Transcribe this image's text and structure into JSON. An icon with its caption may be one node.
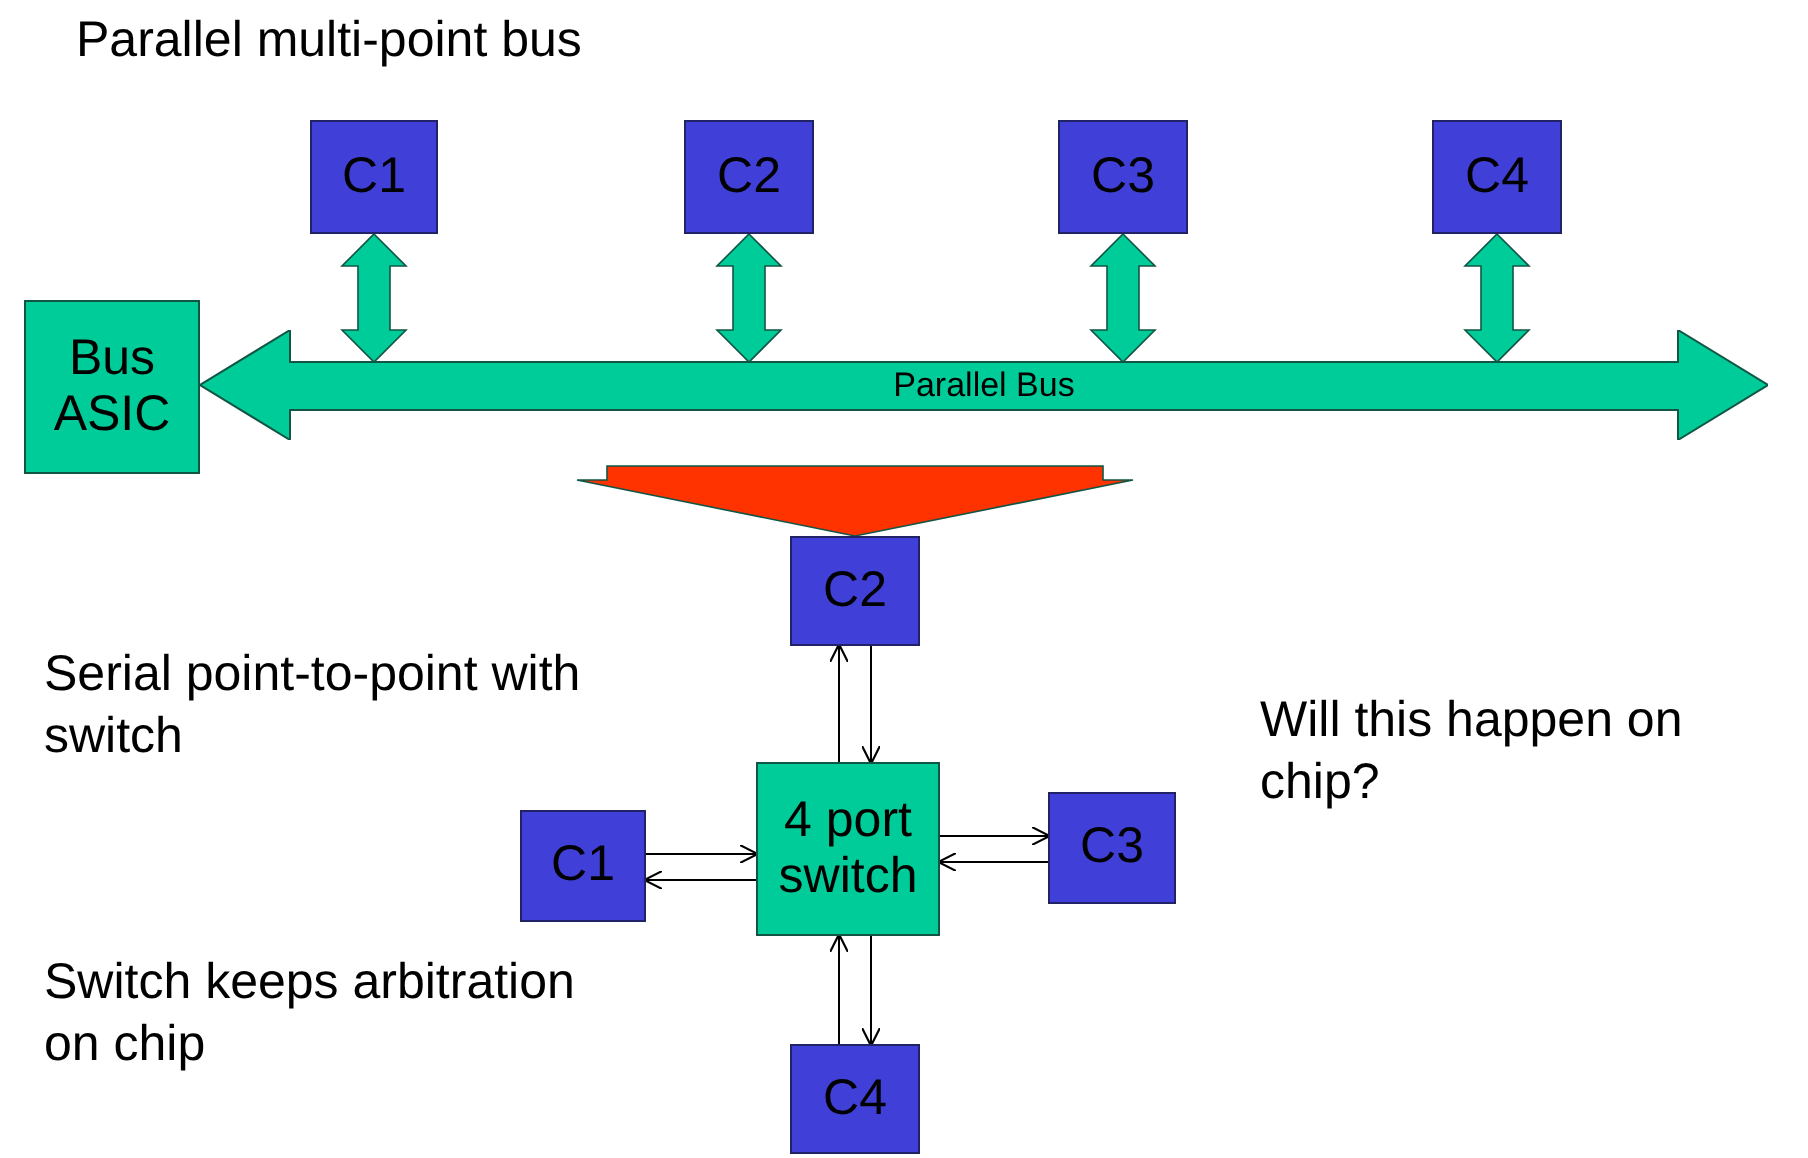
{
  "diagram": {
    "nodes": [
      {
        "text": [
          "C1"
        ]
      },
      {
        "text": [
          "C2"
        ]
      },
      {
        "text": [
          "C3"
        ]
      },
      {
        "text": [
          "C4"
        ]
      },
      {
        "text": [
          "Bus ASIC"
        ]
      },
      {
        "text": [
          "Parallel Bus"
        ]
      },
      {
        "text": [
          "C2"
        ]
      },
      {
        "text": [
          "C1"
        ]
      },
      {
        "text": [
          "4 port switch"
        ]
      },
      {
        "text": [
          "C3"
        ]
      },
      {
        "text": [
          "C4"
        ]
      }
    ],
    "edges": [
      {
        "from": 0,
        "to": 5,
        "arrow": "both",
        "style": "thick",
        "color": "#00cc99"
      },
      {
        "from": 1,
        "to": 5,
        "arrow": "both",
        "style": "thick",
        "color": "#00cc99"
      },
      {
        "from": 2,
        "to": 5,
        "arrow": "both",
        "style": "thick",
        "color": "#00cc99"
      },
      {
        "from": 3,
        "to": 5,
        "arrow": "both",
        "style": "thick",
        "color": "#00cc99"
      },
      {
        "from": 5,
        "to": 6,
        "arrow": "to",
        "style": "thick",
        "color": "#ff3300"
      },
      {
        "from": 8,
        "to": 6,
        "arrow": "to"
      },
      {
        "from": 6,
        "to": 8,
        "arrow": "to"
      },
      {
        "from": 7,
        "to": 8,
        "arrow": "to"
      },
      {
        "from": 8,
        "to": 7,
        "arrow": "to"
      },
      {
        "from": 8,
        "to": 9,
        "arrow": "to"
      },
      {
        "from": 9,
        "to": 8,
        "arrow": "to"
      },
      {
        "from": 10,
        "to": 8,
        "arrow": "to"
      },
      {
        "from": 8,
        "to": 10,
        "arrow": "to"
      }
    ],
    "labels": [
      "Parallel multi-point bus",
      "Serial point-to-point with switch",
      "Will this happen on chip?",
      "Switch keeps arbitration on chip"
    ]
  }
}
